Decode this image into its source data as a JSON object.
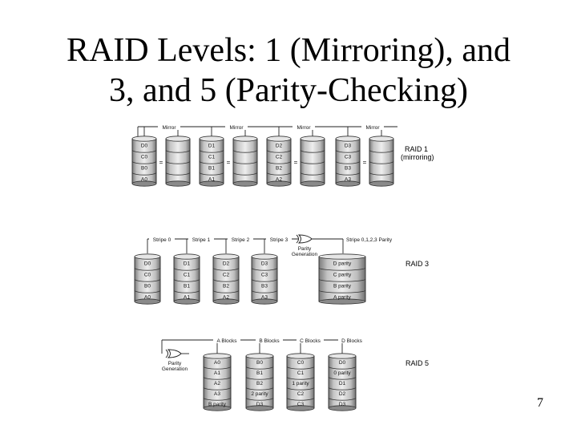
{
  "slide": {
    "title_line1": "RAID Levels: 1 (Mirroring), and",
    "title_line2": "3, and 5 (Parity-Checking)",
    "page_number": "7"
  },
  "raid1": {
    "label": "RAID 1",
    "sublabel": "(mirroring)",
    "mirror_labels": [
      "Mirror",
      "Mirror",
      "Mirror",
      "Mirror"
    ],
    "disks": [
      [
        "D0",
        "C0",
        "B0",
        "A0"
      ],
      [
        "",
        "",
        "",
        ""
      ],
      [
        "D1",
        "C1",
        "B1",
        "A1"
      ],
      [
        "",
        "",
        "",
        ""
      ],
      [
        "D2",
        "C2",
        "B2",
        "A2"
      ],
      [
        "",
        "",
        "",
        ""
      ],
      [
        "D3",
        "C3",
        "B3",
        "A3"
      ],
      [
        "",
        "",
        "",
        ""
      ]
    ],
    "equals": "="
  },
  "raid3": {
    "label": "RAID 3",
    "stripe_labels": [
      "Stripe 0",
      "Stripe 1",
      "Stripe 2",
      "Stripe 3"
    ],
    "parity_stripe_label": "Stripe 0,1,2,3 Parity",
    "parity_gen_line1": "Parity",
    "parity_gen_line2": "Generation",
    "disks": [
      [
        "D0",
        "C0",
        "B0",
        "A0"
      ],
      [
        "D1",
        "C1",
        "B1",
        "A1"
      ],
      [
        "D2",
        "C2",
        "B2",
        "A2"
      ],
      [
        "D3",
        "C3",
        "B3",
        "A3"
      ]
    ],
    "parity_disk": [
      "D parity",
      "C parity",
      "B parity",
      "A parity"
    ]
  },
  "raid5": {
    "label": "RAID 5",
    "block_labels": [
      "A Blocks",
      "B Blocks",
      "C Blocks",
      "D Blocks"
    ],
    "parity_gen_line1": "Parity",
    "parity_gen_line2": "Generation",
    "disks": [
      [
        "A0",
        "A1",
        "A2",
        "A3",
        "B parity"
      ],
      [
        "B0",
        "B1",
        "B2",
        "2 parity",
        "D3"
      ],
      [
        "C0",
        "C1",
        "1 parity",
        "C2",
        "C3"
      ],
      [
        "D0",
        "0 parity",
        "D1",
        "D2",
        "D3"
      ]
    ]
  }
}
